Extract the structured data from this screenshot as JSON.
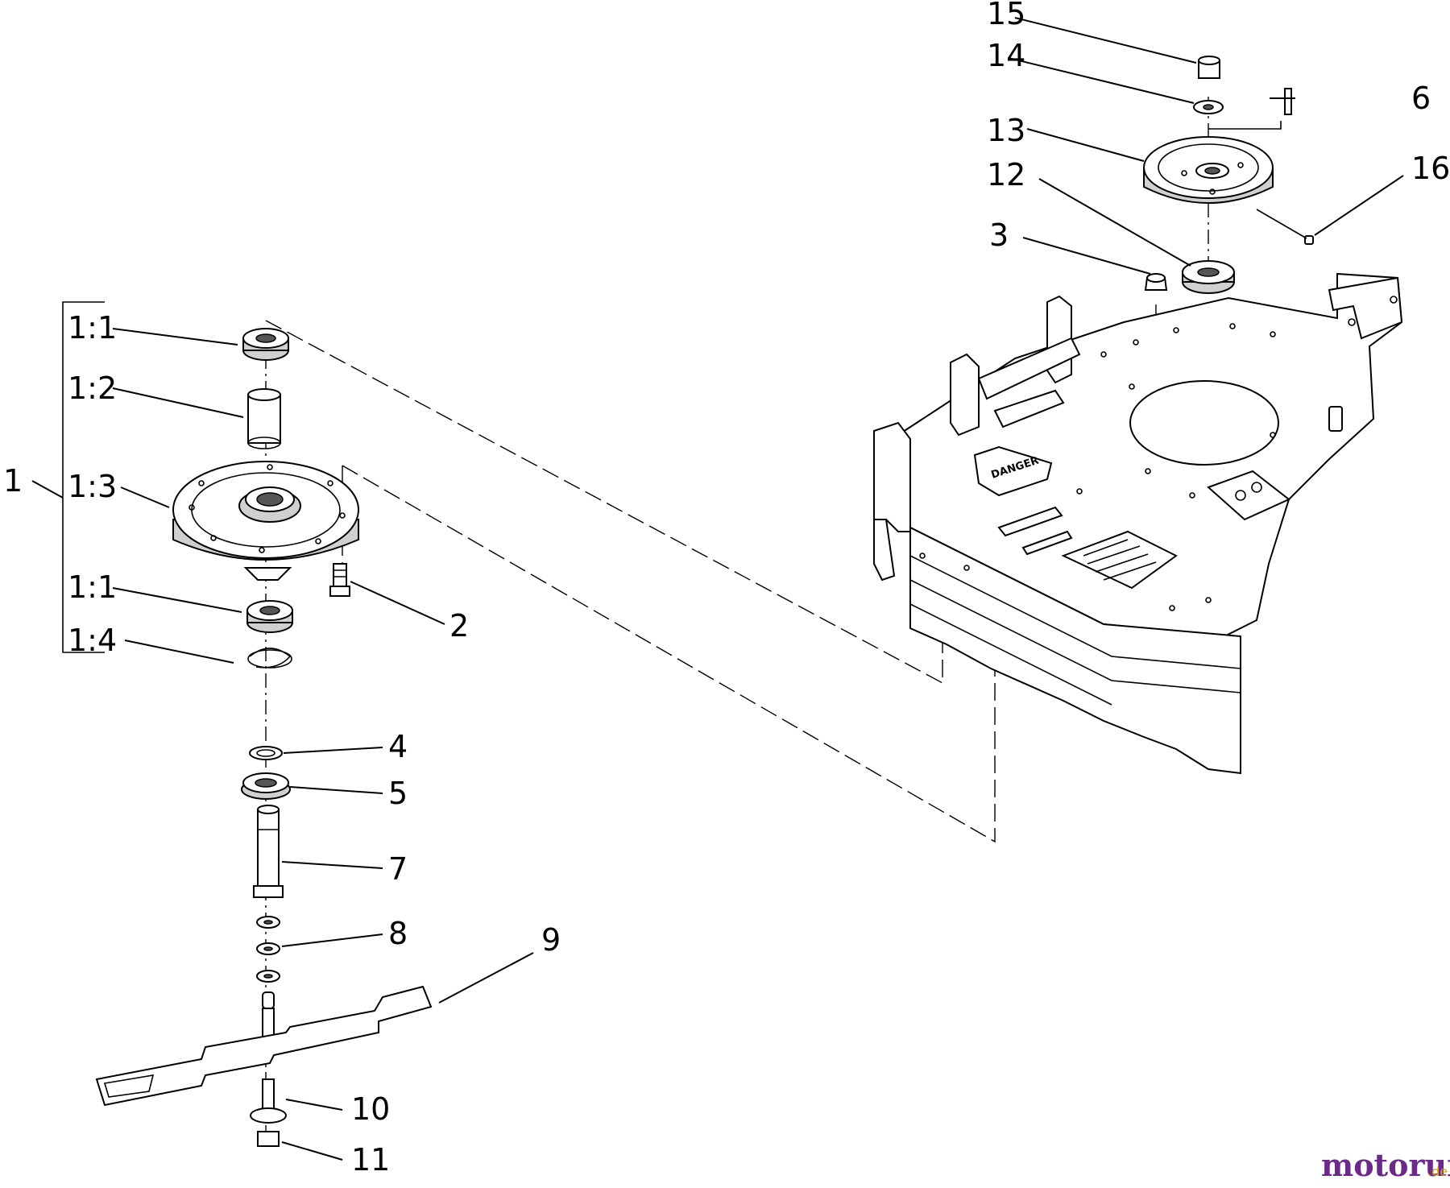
{
  "callouts": {
    "c1_1a": "1:1",
    "c1_2": "1:2",
    "c1": "1",
    "c1_3": "1:3",
    "c1_1b": "1:1",
    "c1_4": "1:4",
    "c2": "2",
    "c3": "3",
    "c4": "4",
    "c5": "5",
    "c6": "6",
    "c7": "7",
    "c8": "8",
    "c9": "9",
    "c10": "10",
    "c11": "11",
    "c12": "12",
    "c13": "13",
    "c14": "14",
    "c15": "15",
    "c16": "16"
  },
  "deck_decals": {
    "danger": "DANGER"
  },
  "watermark": {
    "brand": "motoruf",
    "tld": ".de"
  }
}
